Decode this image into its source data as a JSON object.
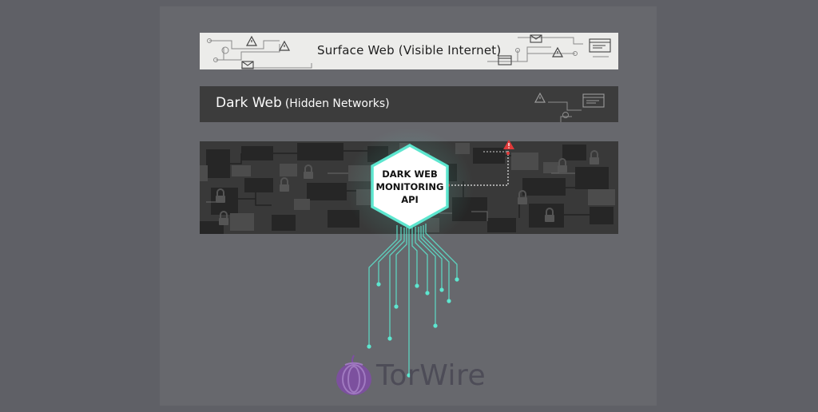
{
  "layers": {
    "surface": {
      "title": "Surface Web (Visible Internet)"
    },
    "dark": {
      "title": "Dark Web",
      "subtitle": "(Hidden Networks)"
    }
  },
  "api": {
    "line1": "DARK WEB",
    "line2": "MONITORING",
    "line3": "API"
  },
  "brand": {
    "name": "TorWire"
  },
  "colors": {
    "background": "#5f6066",
    "surface_band": "#ececea",
    "dark_band": "#3c3c3c",
    "deep_band": "#393939",
    "glow": "#5de6cf",
    "alert": "#e03a3a",
    "brand_onion": "#7e4ea3"
  },
  "icons": [
    "warning-icon",
    "mail-icon",
    "browser-window-icon",
    "lock-icon",
    "onion-logo-icon"
  ]
}
